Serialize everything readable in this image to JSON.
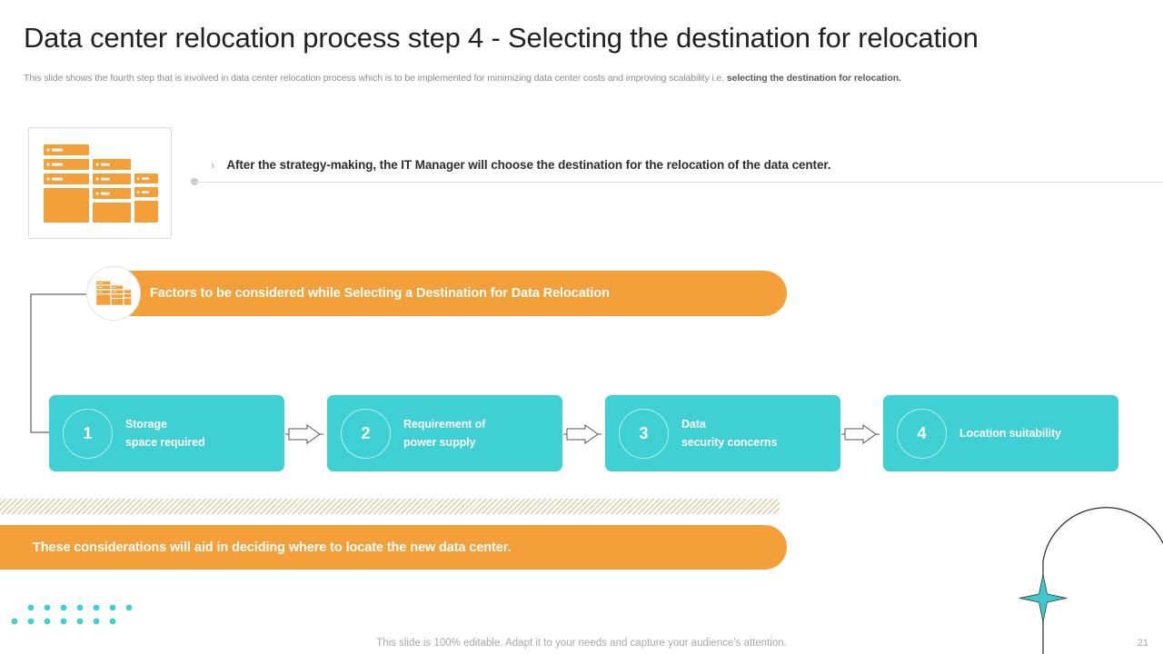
{
  "slide": {
    "title": "Data center relocation process step 4 - Selecting the destination for relocation",
    "subtitle_plain": "This slide shows the fourth step that is involved in data center relocation process which is to be implemented for minimizing data center costs and improving scalability i.e. ",
    "subtitle_bold": "selecting the destination for relocation.",
    "page_number": "21",
    "footer": "This slide is 100% editable. Adapt it to your needs and capture your audience's attention."
  },
  "colors": {
    "orange": "#f3a03a",
    "teal": "#3ed0d2",
    "teal_circle_stroke": "#b9ecee",
    "title_text": "#231f20",
    "muted_text": "#8d8d8d",
    "hatch": "#d9cda2",
    "rule": "#dcdcdc"
  },
  "intro": {
    "icon": "server-rack-icon",
    "bullet_marker": "›",
    "bullet_text": "After the strategy-making, the IT Manager will choose the destination for the relocation of the data center."
  },
  "factors_banner": {
    "icon": "server-rack-icon",
    "label": "Factors to be considered while Selecting a Destination for Data Relocation"
  },
  "steps": [
    {
      "number": "1",
      "line1": "Storage",
      "line2": "space required"
    },
    {
      "number": "2",
      "line1": "Requirement of",
      "line2": "power supply"
    },
    {
      "number": "3",
      "line1": "Data",
      "line2": "security concerns"
    },
    {
      "number": "4",
      "line1": "Location suitability",
      "line2": ""
    }
  ],
  "closing": {
    "text": "These considerations will aid in deciding where to locate the new data center."
  },
  "decorations": {
    "dot_grid": "teal-dot-grid",
    "corner_arc": "corner-arc-decoration",
    "sparkle": "four-point-star-icon"
  }
}
